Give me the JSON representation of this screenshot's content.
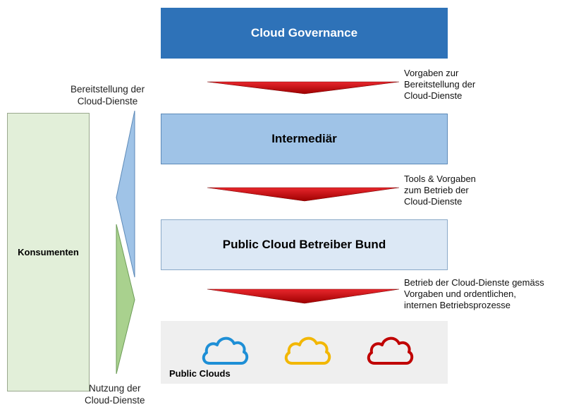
{
  "boxes": {
    "governance": "Cloud Governance",
    "intermediaer": "Intermediär",
    "betreiber": "Public Cloud Betreiber Bund",
    "public_clouds": "Public Clouds",
    "konsumenten": "Konsumenten"
  },
  "notes": {
    "vorgaben": "Vorgaben zur\nBereitstellung der\nCloud-Dienste",
    "tools": "Tools & Vorgaben\nzum Betrieb der\nCloud-Dienste",
    "betrieb": "Betrieb der Cloud-Dienste gemäss\nVorgaben und ordentlichen,\ninternen Betriebsprozesse"
  },
  "side_labels": {
    "bereitstellung": "Bereitstellung der\nCloud-Dienste",
    "nutzung": "Nutzung der\nCloud-Dienste"
  },
  "colors": {
    "governance": "#2e72b8",
    "intermediaer": "#9fc3e7",
    "betreiber": "#dce8f5",
    "konsumenten": "#e2efd9",
    "arrow_red": "#c00000",
    "bereitstellung_wedge": "#9fc3e7",
    "nutzung_wedge": "#a9d18e",
    "cloud_blue": "#1e8fd6",
    "cloud_yellow": "#f2b705",
    "cloud_red": "#c00000"
  },
  "icons": [
    "cloud-icon-blue",
    "cloud-icon-yellow",
    "cloud-icon-red"
  ]
}
